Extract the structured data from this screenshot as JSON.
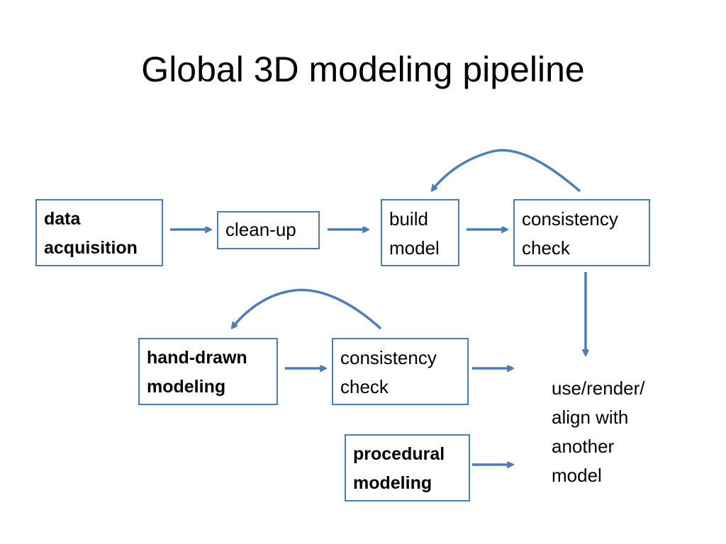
{
  "title": "Global 3D modeling pipeline",
  "accent_color": "#4a7ebb",
  "nodes": {
    "data_acquisition": {
      "lines": [
        "data",
        "acquisition"
      ]
    },
    "clean_up": {
      "lines": [
        "clean-up"
      ]
    },
    "build_model": {
      "lines": [
        "build",
        "model"
      ]
    },
    "consistency_check_1": {
      "lines": [
        "consistency",
        "check"
      ]
    },
    "hand_drawn_modeling": {
      "lines": [
        "hand-drawn",
        "modeling"
      ]
    },
    "consistency_check_2": {
      "lines": [
        "consistency",
        "check"
      ]
    },
    "procedural_modeling": {
      "lines": [
        "procedural",
        "modeling"
      ]
    },
    "use_render": {
      "lines": [
        "use/render/",
        "align with",
        "another",
        "model"
      ]
    }
  }
}
